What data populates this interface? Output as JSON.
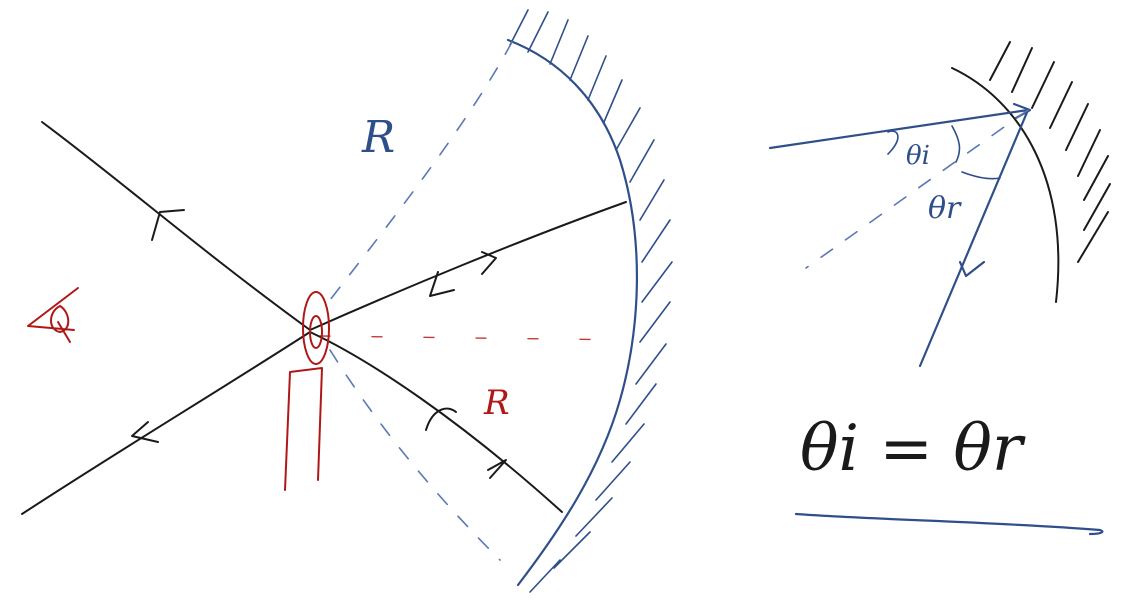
{
  "labels": {
    "radius_top": "R",
    "radius_bottom": "R",
    "theta_i": "θi",
    "theta_r": "θr",
    "equation": "θi = θr"
  },
  "colors": {
    "mirror_ink": "#2f4f8a",
    "ray_ink": "#1a1a1a",
    "object_ink": "#b01818",
    "background": "#ffffff"
  }
}
